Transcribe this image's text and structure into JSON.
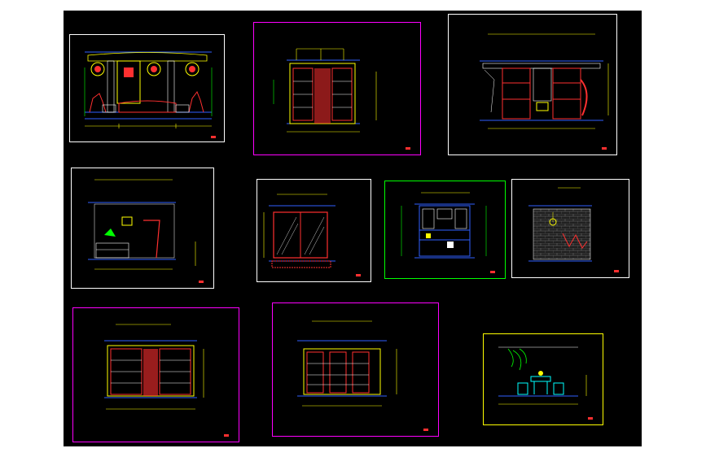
{
  "app": {
    "title": "",
    "background": "#000000"
  },
  "colors": {
    "frame_white": "#ffffff",
    "frame_magenta": "#ff00ff",
    "frame_green": "#00ff00",
    "frame_yellow": "#ffff00",
    "line_blue": "#3060ff",
    "line_red": "#ff2020",
    "line_cyan": "#00ffff",
    "dim_yellow": "#ffff00"
  },
  "sheets": [
    {
      "id": "s1",
      "frame": "white",
      "caption": "",
      "icon": "sofa-wall-elevation"
    },
    {
      "id": "s2",
      "frame": "magenta",
      "caption": "",
      "icon": "display-cabinet-elevation"
    },
    {
      "id": "s3",
      "frame": "white",
      "caption": "",
      "icon": "wardrobe-elevation"
    },
    {
      "id": "s4",
      "frame": "white",
      "caption": "",
      "icon": "stair-wall-elevation"
    },
    {
      "id": "s5",
      "frame": "white",
      "caption": "",
      "icon": "glass-door-elevation"
    },
    {
      "id": "s6",
      "frame": "green",
      "caption": "",
      "icon": "shelf-unit-elevation"
    },
    {
      "id": "s7",
      "frame": "white",
      "caption": "",
      "icon": "stone-wall-elevation"
    },
    {
      "id": "s8",
      "frame": "magenta",
      "caption": "",
      "icon": "display-cabinet-elevation"
    },
    {
      "id": "s9",
      "frame": "magenta",
      "caption": "",
      "icon": "display-cabinet-elevation"
    },
    {
      "id": "s10",
      "frame": "yellow",
      "caption": "",
      "icon": "dining-set-elevation"
    }
  ]
}
